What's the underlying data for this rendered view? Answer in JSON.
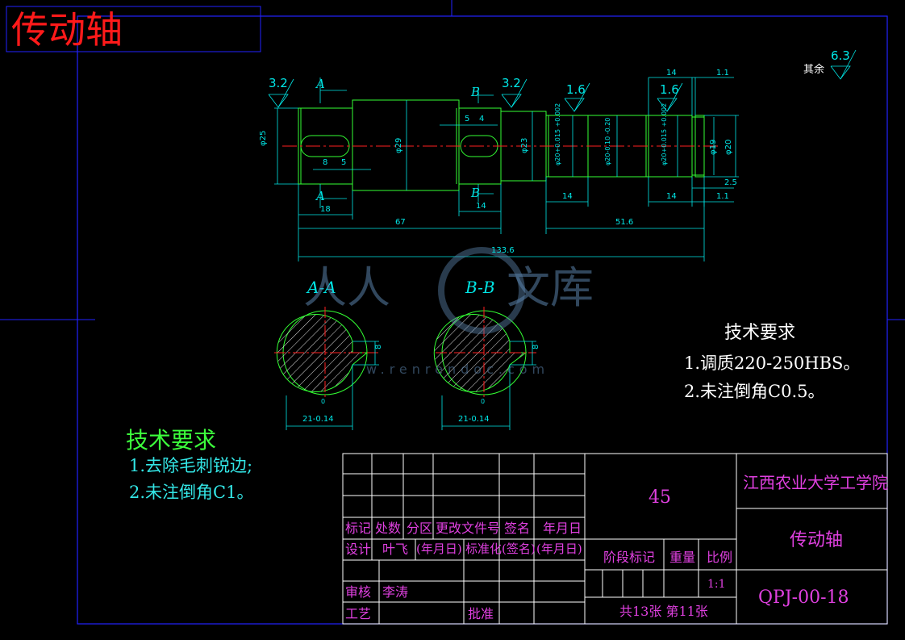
{
  "drawing": {
    "title": "传动轴",
    "dimensions": {
      "overall": "133.6",
      "len_67": "67",
      "len_51_6": "51.6",
      "len_18": "18",
      "len_14_b": "14",
      "len_14_c": "14",
      "len_14_d": "14",
      "len_14_e": "14",
      "len_1_1_top": "1.1",
      "len_1_1_bot": "1.1",
      "len_2_5": "2.5",
      "key_8": "8",
      "key_5a": "5",
      "key_5b": "5",
      "key_4": "4",
      "dia_25": "φ25",
      "dia_29": "φ29",
      "dia_23": "φ23",
      "dia_20a": "φ20+0.015 +0.002",
      "dia_20b": "φ20-0.10 -0.20",
      "dia_20c": "φ20+0.015 +0.002",
      "dia_19": "φ19",
      "dia_20d": "φ20"
    },
    "roughness": {
      "r1": "3.2",
      "r2": "3.2",
      "r3": "1.6",
      "r4": "1.6",
      "rest_label": "其余",
      "rest_value": "6.3"
    },
    "section_marks": {
      "a_top": "A",
      "a_bottom": "A",
      "b_top": "B",
      "b_bottom": "B"
    },
    "sections": [
      {
        "label": "A-A",
        "width": "21-0.14",
        "depth": "8",
        "zero": "0"
      },
      {
        "label": "B-B",
        "width": "21-0.14",
        "depth": "8",
        "zero": "0"
      }
    ]
  },
  "tech_requirements_right": {
    "heading": "技术要求",
    "items": [
      "1.调质220-250HBS。",
      "2.未注倒角C0.5。"
    ]
  },
  "tech_requirements_left": {
    "heading": "技术要求",
    "items": [
      "1.去除毛刺锐边;",
      "2.未注倒角C1。"
    ]
  },
  "title_block": {
    "material": "45",
    "school": "江西农业大学工学院",
    "part_name": "传动轴",
    "drawing_no": "QPJ-00-18",
    "sheet": "共13张 第11张",
    "scale": "1:1",
    "header_row": [
      "标记",
      "处数",
      "分区",
      "更改文件号",
      "签名",
      "年月日"
    ],
    "design_label": "设计",
    "designer": "叶飞",
    "date_placeholder": "(年月日)",
    "standardize": "标准化",
    "sign_placeholder": "(签名)",
    "date_placeholder2": "(年月日)",
    "stage_label": "阶段标记",
    "weight_label": "重量",
    "scale_label": "比例",
    "review_label": "审核",
    "reviewer": "李涛",
    "process_label": "工艺",
    "approve_label": "批准"
  },
  "watermark": {
    "text_a": "人人",
    "text_b": "文库",
    "url": "w.renrendoc.com"
  },
  "colors": {
    "background": "#000000",
    "border": "#2222ff",
    "outline": "#33ff33",
    "dimension": "#00e6e6",
    "title_red": "#ff1a1a",
    "title_block_text": "#e040e0",
    "center_line": "#ff2020"
  }
}
